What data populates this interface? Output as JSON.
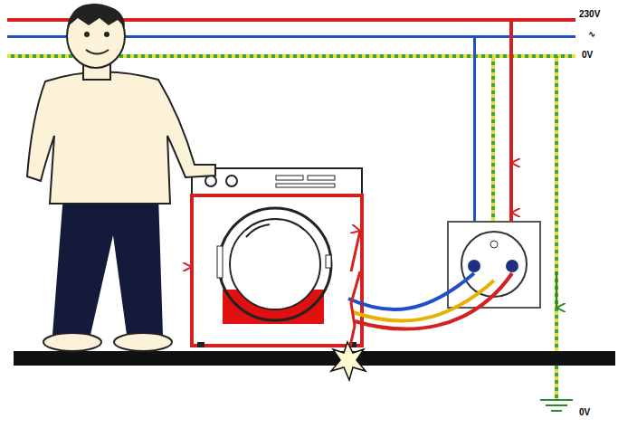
{
  "diagram": {
    "labels": [
      "230V",
      "∿",
      "0V",
      "0V"
    ]
  }
}
